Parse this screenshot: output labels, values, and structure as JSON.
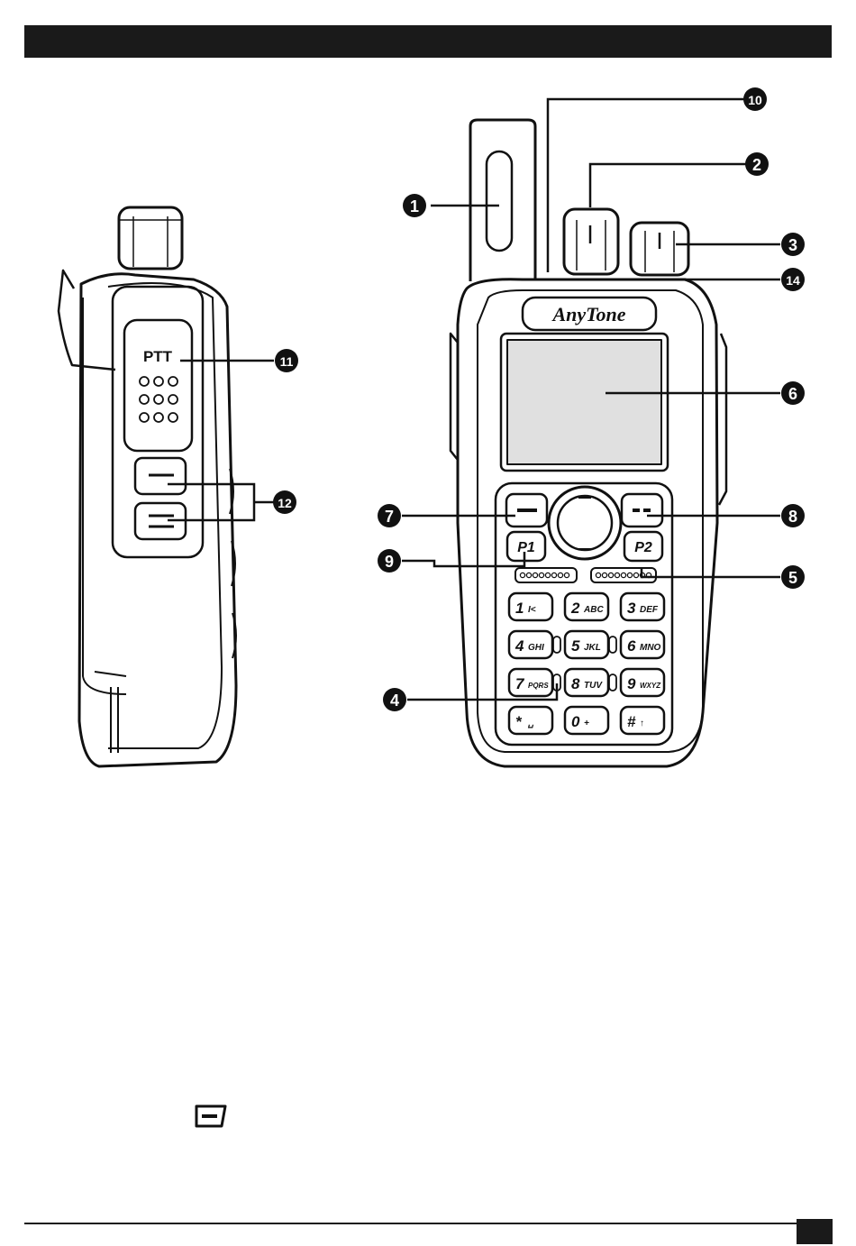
{
  "brand": "AnyTone",
  "ptt_label": "PTT",
  "soft_keys": {
    "p1": "P1",
    "p2": "P2"
  },
  "keypad": [
    {
      "digit": "1",
      "sub": "I<"
    },
    {
      "digit": "2",
      "sub": "ABC"
    },
    {
      "digit": "3",
      "sub": "DEF"
    },
    {
      "digit": "4",
      "sub": "GHI"
    },
    {
      "digit": "5",
      "sub": "JKL"
    },
    {
      "digit": "6",
      "sub": "MNO"
    },
    {
      "digit": "7",
      "sub": "PQRS"
    },
    {
      "digit": "8",
      "sub": "TUV"
    },
    {
      "digit": "9",
      "sub": "WXYZ"
    },
    {
      "digit": "*",
      "sub": "␣"
    },
    {
      "digit": "0",
      "sub": "+"
    },
    {
      "digit": "#",
      "sub": "↑"
    }
  ],
  "callouts": [
    "1",
    "2",
    "3",
    "4",
    "5",
    "6",
    "7",
    "8",
    "9",
    "10",
    "11",
    "12",
    "14"
  ],
  "colors": {
    "ink": "#1a1a1a",
    "screen": "#e0e0e0",
    "paper": "#ffffff"
  }
}
